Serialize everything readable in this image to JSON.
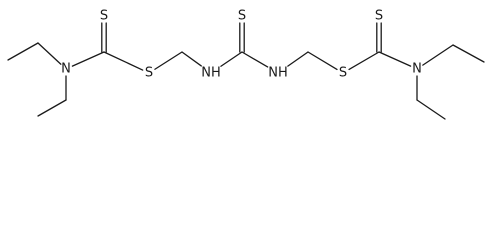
{
  "molecule": {
    "atoms": [
      {
        "id": "c_t1",
        "label": ""
      },
      {
        "id": "c_t2",
        "label": ""
      },
      {
        "id": "n1",
        "label": "N"
      },
      {
        "id": "c_b2",
        "label": ""
      },
      {
        "id": "c_b1",
        "label": ""
      },
      {
        "id": "c1",
        "label": ""
      },
      {
        "id": "s_top1",
        "label": "S"
      },
      {
        "id": "s1",
        "label": "S"
      },
      {
        "id": "ch2_1",
        "label": ""
      },
      {
        "id": "nh1",
        "label": "NH"
      },
      {
        "id": "c_mid",
        "label": ""
      },
      {
        "id": "s_mid",
        "label": "S"
      },
      {
        "id": "nh2",
        "label": "NH"
      },
      {
        "id": "ch2_2",
        "label": ""
      },
      {
        "id": "s2",
        "label": "S"
      },
      {
        "id": "c2",
        "label": ""
      },
      {
        "id": "s_top2",
        "label": "S"
      },
      {
        "id": "n2",
        "label": "N"
      },
      {
        "id": "c_t3",
        "label": ""
      },
      {
        "id": "c_t4",
        "label": ""
      },
      {
        "id": "c_b3",
        "label": ""
      },
      {
        "id": "c_b4",
        "label": ""
      }
    ],
    "bonds": [
      {
        "a": "c_t1",
        "b": "c_t2",
        "order": 1
      },
      {
        "a": "c_t2",
        "b": "n1",
        "order": 1
      },
      {
        "a": "n1",
        "b": "c_b2",
        "order": 1
      },
      {
        "a": "c_b2",
        "b": "c_b1",
        "order": 1
      },
      {
        "a": "n1",
        "b": "c1",
        "order": 1
      },
      {
        "a": "c1",
        "b": "s_top1",
        "order": 2
      },
      {
        "a": "c1",
        "b": "s1",
        "order": 1
      },
      {
        "a": "s1",
        "b": "ch2_1",
        "order": 1
      },
      {
        "a": "ch2_1",
        "b": "nh1",
        "order": 1
      },
      {
        "a": "nh1",
        "b": "c_mid",
        "order": 1
      },
      {
        "a": "c_mid",
        "b": "s_mid",
        "order": 2
      },
      {
        "a": "c_mid",
        "b": "nh2",
        "order": 1
      },
      {
        "a": "nh2",
        "b": "ch2_2",
        "order": 1
      },
      {
        "a": "ch2_2",
        "b": "s2",
        "order": 1
      },
      {
        "a": "s2",
        "b": "c2",
        "order": 1
      },
      {
        "a": "c2",
        "b": "s_top2",
        "order": 2
      },
      {
        "a": "c2",
        "b": "n2",
        "order": 1
      },
      {
        "a": "n2",
        "b": "c_t3",
        "order": 1
      },
      {
        "a": "c_t3",
        "b": "c_t4",
        "order": 1
      },
      {
        "a": "n2",
        "b": "c_b3",
        "order": 1
      },
      {
        "a": "c_b3",
        "b": "c_b4",
        "order": 1
      }
    ]
  }
}
